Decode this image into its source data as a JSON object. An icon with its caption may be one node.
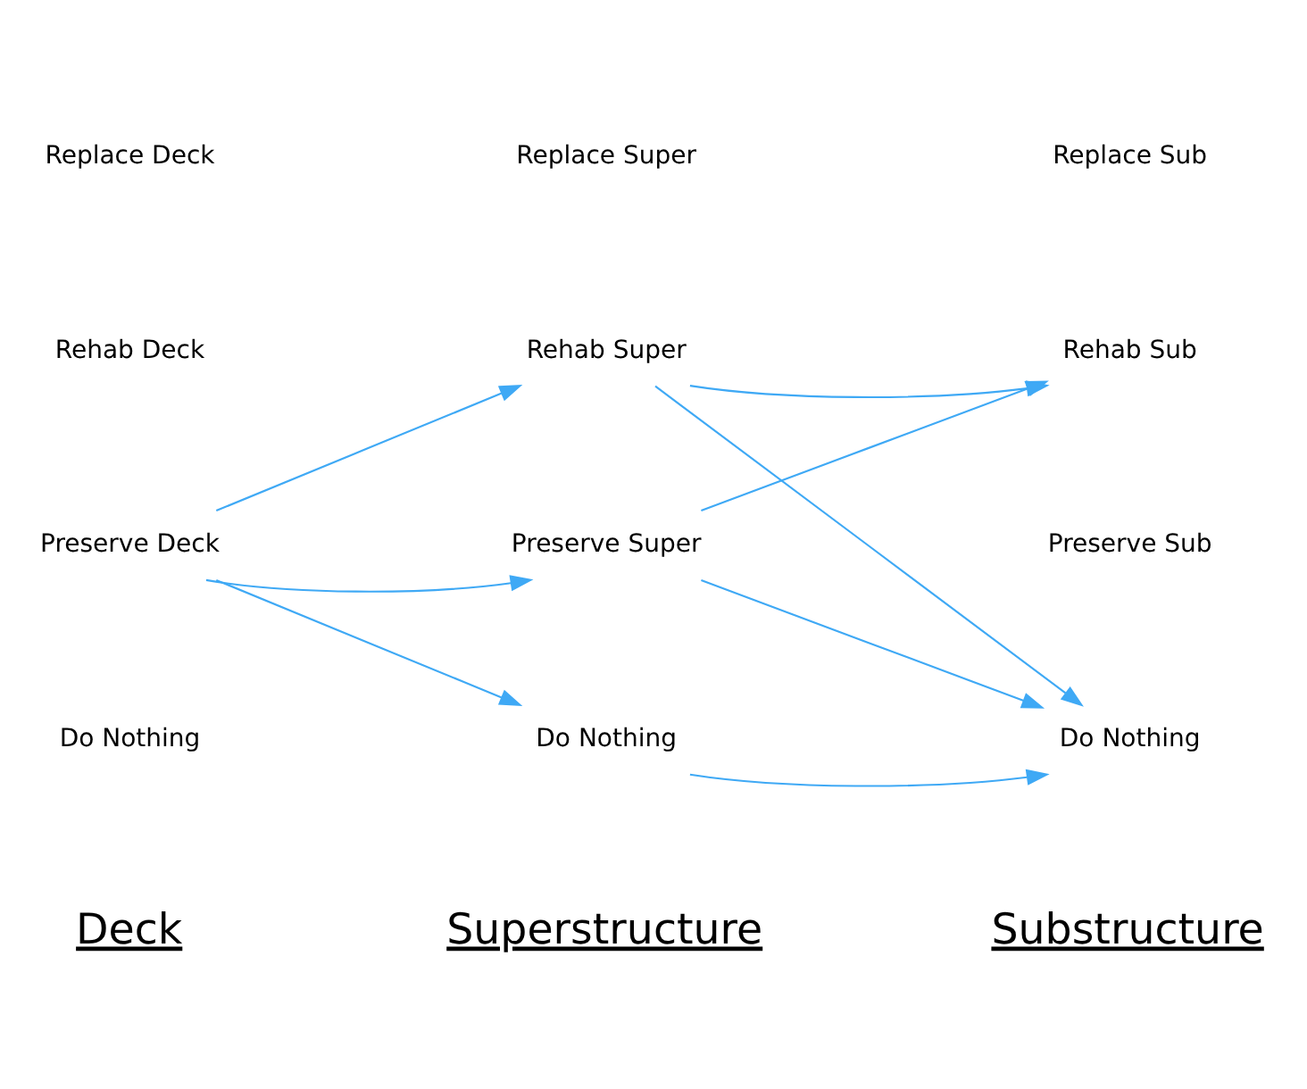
{
  "diagram": {
    "nodes": [
      {
        "text": [
          "Do Nothing"
        ]
      },
      {
        "text": [
          "Preserve Deck"
        ]
      },
      {
        "text": [
          "Rehab Deck"
        ]
      },
      {
        "text": [
          "Replace Deck"
        ]
      },
      {
        "text": [
          "Do Nothing"
        ]
      },
      {
        "text": [
          "Preserve Super"
        ]
      },
      {
        "text": [
          "Rehab Super"
        ]
      },
      {
        "text": [
          "Replace Super"
        ]
      },
      {
        "text": [
          "Do Nothing"
        ]
      },
      {
        "text": [
          "Preserve Sub"
        ]
      },
      {
        "text": [
          "Rehab Sub"
        ]
      },
      {
        "text": [
          "Replace Sub"
        ]
      }
    ],
    "edges": [
      {
        "from": 1,
        "to": 4,
        "arrow": "to"
      },
      {
        "from": 1,
        "to": 5,
        "arrow": "to"
      },
      {
        "from": 1,
        "to": 6,
        "arrow": "to"
      },
      {
        "from": 4,
        "to": 8,
        "arrow": "to"
      },
      {
        "from": 5,
        "to": 8,
        "arrow": "to"
      },
      {
        "from": 5,
        "to": 10,
        "arrow": "to"
      },
      {
        "from": 6,
        "to": 8,
        "arrow": "to"
      },
      {
        "from": 6,
        "to": 10,
        "arrow": "to"
      }
    ],
    "labels": [
      "Deck",
      "Superstructure",
      "Substructure"
    ]
  }
}
